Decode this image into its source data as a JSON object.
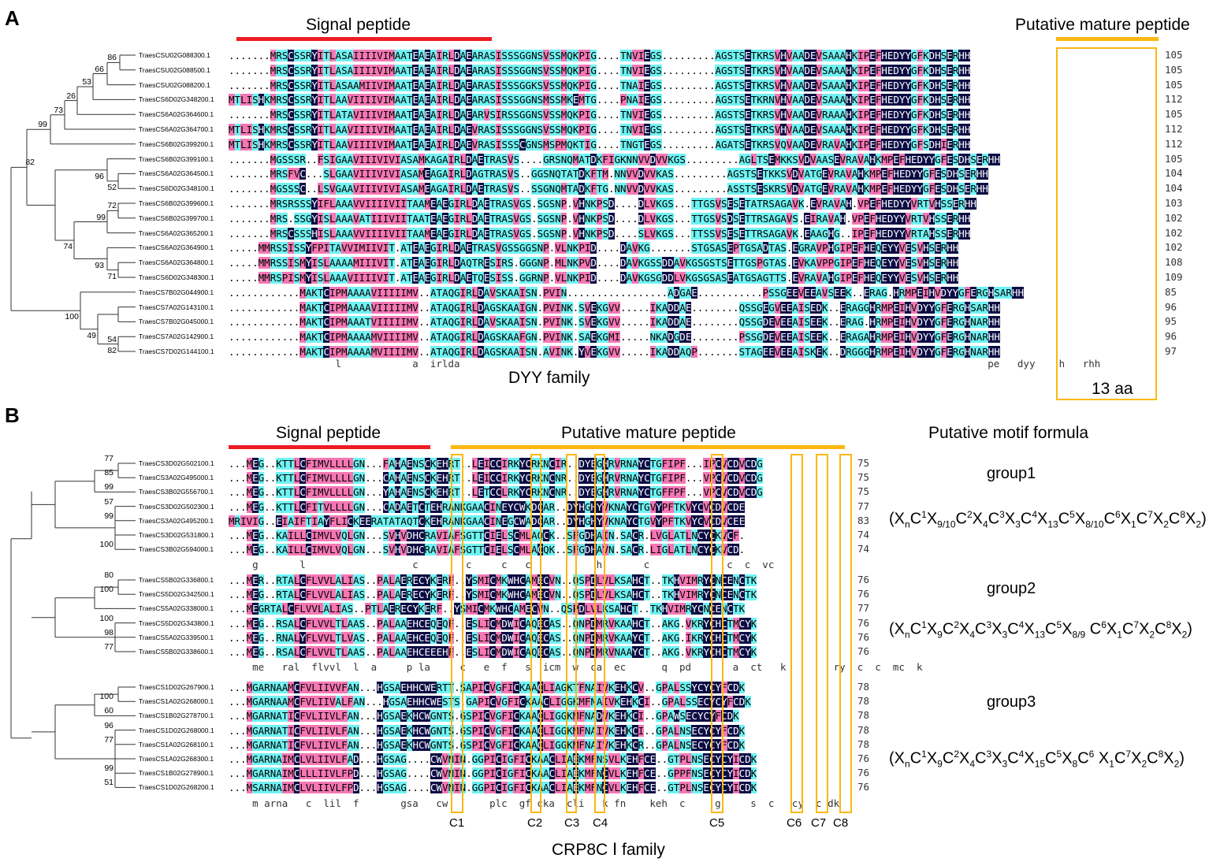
{
  "panels": {
    "a": {
      "letter": "A",
      "signal_label": "Signal peptide",
      "mature_label": "Putative mature peptide",
      "family_label": "DYY family",
      "aa_label": "13 aa",
      "consensus": "                  l            a  irlda                                                                                         pe   dyy    h   rhh",
      "rows": [
        {
          "name": "TraesCSU02G088300.1",
          "seq": ".......MRSCSSRYITLASAIIIIVIMAATEAEAIRLDAEARASISSSGGNSVSSMQKPIG....TNVIEGS.........AGSTSETKRSVHVAADEVSAAAHKIPEFHEDYYGFKDHSERHH",
          "end": "105",
          "boot": "86"
        },
        {
          "name": "TraesCSU02G088500.1",
          "seq": ".......MRSCSSRYITLASAIIIIVIMAATEAEAIRLDAEARASISSSGGNSVSSMQKPIG....TNVIEGS.........AGSTSETKRSVHVAADEVSAAAHKIPEFHEDYYGFKDHSERHH",
          "end": "105",
          "boot": "66"
        },
        {
          "name": "TraesCSU02G088200.1",
          "seq": ".......MRSCSSRYITLASAAMIIVIMAATEAEAIRLDAEARASISSSGGKSVSSMQKPIG....TNAIEGS.........AGSTSETKRSVHVAADEVSAAAHKIPEFHEDYYGFKDHSERHH",
          "end": "105",
          "boot": "53"
        },
        {
          "name": "TraesCS6D02G348200.1",
          "seq": "MTLISHKMRSCSSRYITLAAVIIIIVIMAATEAEAIRLDAEARASISSSGGNSMSSMKEMTG....PNAIEGS.........AGSTSETKRNVHVAADEVSAAAHKIPEFHEDYYGFKDHSERHH",
          "end": "112",
          "boot": "26"
        },
        {
          "name": "TraesCS6A02G364600.1",
          "seq": ".......MRSCSSRYITLATAVIIIVIMAATEAEAIRLDAEARVSIRSSGGNSVSSMQKPIG....TNVIEGS.........AGSTSETKRSVHVAADEVRAAAHKIPEFHEDYYGFKDHSERHH",
          "end": "105",
          "boot": "73"
        },
        {
          "name": "TraesCS6A02G364700.1",
          "seq": "MTLISHKMRSCSSRYITLAAVIIIIVIMAATEAEAIRLDAEVRASISSSGGNSVSSMQKPIG....TNVIEGS.........AGSTSETKRSVHVAADEVSAAAHKIPEFHEDYYGFKDHSERHH",
          "end": "112",
          "boot": "99"
        },
        {
          "name": "TraesCS6B02G399200.1",
          "seq": "MTLISHKMRSCSSRYITLAAVIIIIVIMAATEAEAIRLDAEVRASISSSCGNSMSPMQKTIG....TNGTEGS.........AGATSETKRSVQVAADEVRAVAHKIPEFHEDYYGFSDHIERHH",
          "end": "112",
          "boot": "82"
        },
        {
          "name": "TraesCS6B02G399100.1",
          "seq": ".......MGSSSR..FSIGAAVIIIVIVIASAMKAGAIRLDAETRASVS....GRSNQMATDKFIGKNNVVDVVKGS.........AGLTSEMKKSVDVAASEVRAVAHKMPEFHEDYYGFESDHSERHH",
          "end": "105",
          "boot": ""
        },
        {
          "name": "TraesCS6A02G364500.1",
          "seq": ".......MRSFVC...SLGAAVIIIVIVIASAMEAGAIRLDAGTRASVS..GGSNQTATDKFTM.NNVVDVVKAS.........AGSTSETKKSVDVATGEVRAVAHKMPEFHEDYYGFESDHSERHH",
          "end": "104",
          "boot": "96"
        },
        {
          "name": "TraesCS6D02G348100.1",
          "seq": ".......MGSSSC..LSVGAAVIIIVIVIASAMEAGAIRLDAETRASVS..SSGNQMTADKFTG.NNVVDVVKAS.........ASSTSESKRSVDVATGEVRAVAHKMPEFHEDYYGFESDHSERHH",
          "end": "104",
          "boot": "52"
        },
        {
          "name": "TraesCS6B02G399600.1",
          "seq": ".......MRSRSSSYIFLAAAVVIIIIVIITAAMEAEGIRLDAETRASVGS.SGSNP.VHNKPSD....DLVKGS...TTGSVSESETATRSAGAVK.EVRAVAH.VPEFHEDYYVRTVHSSERHH",
          "end": "103",
          "boot": "72"
        },
        {
          "name": "TraesCS6B02G399700.1",
          "seq": ".......MRS.SSGYISLAAAVATIIIVIITAATEAEGIRLDAETRASVGS.SGSNP.VHNKPSD....DLVKGS...TTGSVSDSETTRSAGAVS.EIRAVAH.VPEFHEDYYVRTVHSSERHH",
          "end": "102",
          "boot": "99"
        },
        {
          "name": "TraesCS6A02G365200.1",
          "seq": ".......MRSCSSSHISLAAAVVIIIIVIITAAMEAEGIRLDAETRASVGS.SGSNP.VHNKPSD....SLVKGS...TTSSVSESETTRSAGAVK.EAAGHG..IPEFHEDYYVRTAHSSERHH",
          "end": "102",
          "boot": ""
        },
        {
          "name": "TraesCS6A02G364900.1",
          "seq": ".....MMRSSISSYFPITAVVIMIIVIT.ATEAEGIRLDAETRASVGSSGGSNP.VLNKPID....DAVKG.......STGSASEPTGSADTAS.EGRAVPHGIPEFHEQEYYVESVHSERHH",
          "end": "102",
          "boot": "74"
        },
        {
          "name": "TraesCS6A02G364800.1",
          "seq": ".....MMRSSISMYISLAAAAMIIIVIT.ATEAEGIRLDAQTRESIRS.GGGNP.MLNKPVD....DAVKGSSDDAVKGSGSTSETTGSPGTAS.EVKAVPPGIPEFHEQEYYVESVHSERHH",
          "end": "108",
          "boot": "93"
        },
        {
          "name": "TraesCS6D02G348300.1",
          "seq": ".....MMRSPISMYISLAAAVIIIIVIT.ATEAEGIRLDAETQESISS.GGRNP.VLNKPID....DAVKGSGDDLVKGSGSASEATGSAGTTS.EVRAVAHGIPEFHEQEYYVESVHSERHH",
          "end": "109",
          "boot": "71"
        },
        {
          "name": "TraesCS7B02G044900.1",
          "seq": "............MAKTCIPMAAAAVIIIIIMV..ATAQGIRLDAVSKAAISN.PVIN.................ADGAE...........PSSGEEVEEAVSEEK..ERAG.HRMPEIHVDYYGFERGHSARHH",
          "end": "85",
          "boot": ""
        },
        {
          "name": "TraesCS7A02G143100.1",
          "seq": "............MAKTCIPMAAAAVIIIIIMV..ATAQGIRLDAGSKAAIGN.PVINK.SVEKGVV.....IKADDAE........QSSGEGVEEAISEDK..ERAGGHRMPEIHVDYYGFERGHSARHH",
          "end": "96",
          "boot": "100"
        },
        {
          "name": "TraesCS7B02G045000.1",
          "seq": "............MAKTCIPMAAATVIIIIIMV..ATAQGIRLDAVSKAAISN.PVINK.SVEKGVV.....IKADDAE........QSSGDEVEEAISEEK..ERAG.HRMPEIHVDYYGFERGHNARHH",
          "end": "95",
          "boot": "49"
        },
        {
          "name": "TraesCS7A02G142900.1",
          "seq": "............MAKTCIPMAAAAMVIIIIMV..ATAQGIRLDAGSKAAFGN.PVINK.SAEKGMI.....NKADGDE........PSSGDEVEEAISEEK..ERAGAHRMPEIHVDYYGFERGHNARHH",
          "end": "96",
          "boot": "54"
        },
        {
          "name": "TraesCS7D02G144100.1",
          "seq": "............MAKTCIPMAAAAMVIIIIMV..ATAQGIRLDAGSKAAISN.AVINK.YVEKGVV.....IKADDAQP.......STAGEEVEEAISKEK..DRGGGHRMPEIHVDYYGFERGHNARHH",
          "end": "97",
          "boot": "82"
        }
      ]
    },
    "b": {
      "letter": "B",
      "signal_label": "Signal peptide",
      "mature_label": "Putative mature peptide",
      "motif_header": "Putative motif formula",
      "family_label": "CRP8C Ⅰ family",
      "cys_labels": [
        "C1",
        "C2",
        "C3",
        "C4",
        "C5",
        "C6",
        "C7",
        "C8"
      ],
      "groups": [
        {
          "label": "group1",
          "consensus": "    g       l                  c        c     c   c           h       c             c  c  vc",
          "rows": [
            {
              "name": "TraesCS3D02G502100.1",
              "seq": "...MEG..KTTLCFIMVLLLLGN...FAHAENSCKEHRT..LEICCIRKYCRKNCIR..DYEGHRVRNAYCTGFIPF...IPCVCDVCDG",
              "end": "75",
              "boot": "77"
            },
            {
              "name": "TraesCS3A02G495000.1",
              "seq": "...MEG..KTTLCFIMVLLLLGN...CAHAENSCKEHRT..LEICCIRKYCRKNCNR..DYEGHRVRNAYCTGFIPF...VPCVCDVCDG",
              "end": "75",
              "boot": "85"
            },
            {
              "name": "TraesCS3B02G556700.1",
              "seq": "...MEG..KTTLCFIMVLLLLGN...YAHAENSCKEHRT..LETCCLRKYCRKNCNR..DYEGHRVRNAYCTGFFPF...VPCVCDVCDG",
              "end": "75",
              "boot": "99"
            },
            {
              "name": "TraesCS3D02G502300.1",
              "seq": "...MEG..KTTLCFITVLLLLGN...CADAETCTEHRANKGAACINEYCWKDCAR..DYHGHYVKNAYCTGVYPFTKVYCVCDVCDE",
              "end": "77",
              "boot": "57"
            },
            {
              "name": "TraesCS3A02G495200.1",
              "seq": "MRIVIG..EIAIFTIAYFLICKEERATATAQTCKEHRANKGAACINEGCWADCAR..DYHGHYVKNAYCTGVYPFTKVYCVCDVCEE",
              "end": "83",
              "boot": "99"
            },
            {
              "name": "TraesCS3D02G531800.1",
              "seq": "...MEG..KAILLCIMVLVQLGN...SVHVDHCRAVIAFSGTTCIELSCMLAQCK..SFGDHAIN.SACR.LVGLATLNCYCKVCF.",
              "end": "74",
              "boot": ""
            },
            {
              "name": "TraesCS3B02G594000.1",
              "seq": "...MEG..KAILLCIMVLVQLGN...SVHVDHCRAVIAFSGTTCIELSCMLACQK..SFGDHAVN.SACR.LIGLATLNCYCKVCD.",
              "end": "74",
              "boot": "100"
            }
          ]
        },
        {
          "label": "group2",
          "consensus": "    me   ral  flvvl  l  a     p la     c   e  f   s  icm  w  ca  ec      q  pd       a  ct   k        ry  c  c  mc  k",
          "rows": [
            {
              "name": "TraesCS5B02G336800.1",
              "seq": "...MER..RTALCFLVVLALIAS..PALAERECYKERF..YSMICMKWHCAMECVN..QSPDLVLKSAHCT..TKHVIMRYCNCENCTK",
              "end": "76",
              "boot": "80"
            },
            {
              "name": "TraesCS5D02G342500.1",
              "seq": "...MEG..RTALCFLVVLALIAS..PALAERECYKERF..YSMICMKWHCAMECVN..QSPDLVLKSAHCT..TKHVIMRYCNCENCTK",
              "end": "76",
              "boot": "100"
            },
            {
              "name": "TraesCS5A02G338000.1",
              "seq": "...MEGRTALCFLVVLALIAS..PTLAERECYKERF..YSMICMKWHCAMECVN..QSPDLVLKSAHCT..TKHVIMRYCNCENCTK",
              "end": "77",
              "boot": ""
            },
            {
              "name": "TraesCS5D02G343800.1",
              "seq": "...MEG..RSALCFLVVLTLAAS..PALAAEHCEQEQF..ESLICMDWICAQECAS..QNPDMRVKAAHCT..AKG.VKRYCHCTMCYK",
              "end": "76",
              "boot": "100"
            },
            {
              "name": "TraesCS5A02G339500.1",
              "seq": "...MEG..RNALYFLVVLTLVAS..PALAAEHCEQEQF..ESLICMDWICAQECAS..QNPDMRVKAAYCT..AKG.IKRYCHCTMCYK",
              "end": "76",
              "boot": "98"
            },
            {
              "name": "TraesCS5B02G338600.1",
              "seq": "...MEG..RSALCFLVVLTLAAS..PALAAEHCEEEHF..ESLICMDWICAQECAS..QNPDMRVNAAYCT..AKG.VKRYCHCTMCYK",
              "end": "76",
              "boot": "77"
            }
          ]
        },
        {
          "label": "group3",
          "consensus": "    m arna   c  lil  f       gsa   cw       plc  gf cka  cli   k fn    keh  c     g     s  c   cy  c dk",
          "rows": [
            {
              "name": "TraesCS1D02G267900.1",
              "seq": "...MGARNAAMCFVLIIVVFAN...HGSAEHHCWERTT.SAPICVGFICKAACLIAGKTFNAIVKEHKCV..GPALSSYCYCYFCDK",
              "end": "78",
              "boot": ""
            },
            {
              "name": "TraesCS1A02G268000.1",
              "seq": "...MGARNAAMCFVLIIVALFAN...HGSAEHHCWESTS.GAPICVGFICKAACLIGGKMFNAIVKEHKCI..GPALSSECYCYFCDK",
              "end": "78",
              "boot": "100"
            },
            {
              "name": "TraesCS1B02G278700.1",
              "seq": "...MGARNATICFVLIIVLFAN...HGSAEKHCWGNTS.GSPICVGFICKAACLIGGKMFNADVKEHKCI..GPAWSECYCYFCDK",
              "end": "78",
              "boot": "60"
            },
            {
              "name": "TraesCS1D02G268000.1",
              "seq": "...MGARNATICFVLIIVLFAN...HGSAEKHCWGNTS.GSPICVGFICKAACLIGGKMFNAIVKEHKCI..GPALNSECYCYFCDK",
              "end": "78",
              "boot": "96"
            },
            {
              "name": "TraesCS1A02G268100.1",
              "seq": "...MGARNATICFVLIIVLFAN...HGSAEKHCWGNTS.GSPICVGFICKAACLIGGKMFNAIVKEHKCR..GPALNSECYCYFCDK",
              "end": "78",
              "boot": "77"
            },
            {
              "name": "TraesCS1A02G268300.1",
              "seq": "...MGARNAIMCLVLIIVLFAD...HGSAG....CWVNIN.GGPICIGFICKAACLIAEKMFNSVLKEHFCE..GTPLNSECYCYICDK",
              "end": "76",
              "boot": ""
            },
            {
              "name": "TraesCS1B02G278900.1",
              "seq": "...MGARNAIMCLLLIIVLFPD...HGSAG....CWVNIN.GGPICIGFICKAACLIAEKMFNCVLKEHFCE..GPPFNSECYCYICDK",
              "end": "76",
              "boot": "99"
            },
            {
              "name": "TraesCS1D02G268200.1",
              "seq": "...MSARNAIMCLVLIIVLFPD...HGSAG....CWVNIN.GGPICIGFICKAACLIAEKMFNCVLKEHFCE..GTPLNSECYCYICDK",
              "end": "76",
              "boot": "51"
            }
          ]
        }
      ]
    }
  },
  "colors": {
    "navy": "#0c0c44",
    "cyan": "#6ff2f2",
    "pink": "#f577b4",
    "signal_bar": "#ee1d23",
    "mature_bar": "#fcb712"
  }
}
